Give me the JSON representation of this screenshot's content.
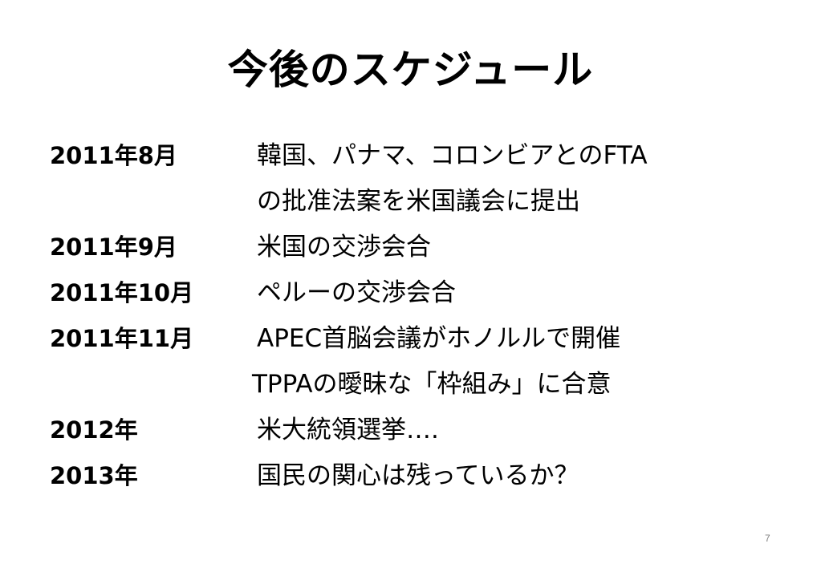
{
  "slide": {
    "title": "今後のスケジュール",
    "page_number": "7"
  },
  "schedule": [
    {
      "date": "2011年8月",
      "event": "韓国、パナマ、コロンビアとのFTA"
    },
    {
      "date": "",
      "event": "の批准法案を米国議会に提出"
    },
    {
      "date": "2011年9月",
      "event": "米国の交渉会合"
    },
    {
      "date": "2011年10月",
      "event": "ペルーの交渉会合"
    },
    {
      "date": "2011年11月",
      "event": "APEC首脳会議がホノルルで開催"
    },
    {
      "date": "",
      "event": "TPPAの曖昧な「枠組み」に合意"
    },
    {
      "date": "2012年",
      "event": "米大統領選挙…."
    },
    {
      "date": "2013年",
      "event": "国民の関心は残っているか？"
    }
  ]
}
